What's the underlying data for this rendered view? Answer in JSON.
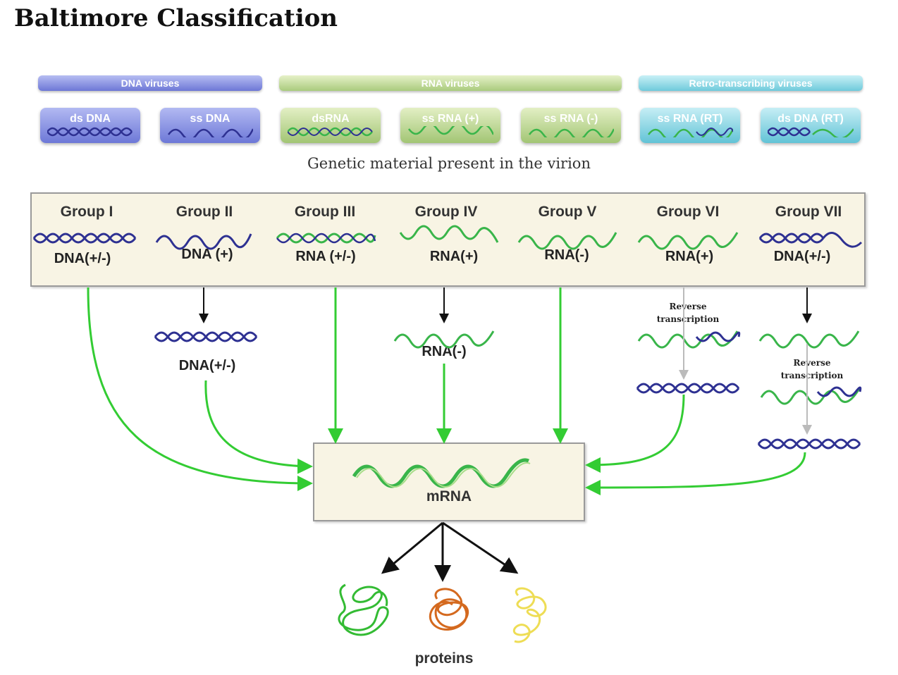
{
  "title": "Baltimore Classification",
  "categories": [
    {
      "id": "dna",
      "label": "DNA viruses",
      "color": "#6d77d6"
    },
    {
      "id": "rna",
      "label": "RNA viruses",
      "color": "#a9cb7d"
    },
    {
      "id": "retro",
      "label": "Retro-transcribing viruses",
      "color": "#6fcadb"
    }
  ],
  "genetic_material": [
    {
      "label": "ds DNA",
      "kind": "dsdna-strand"
    },
    {
      "label": "ss DNA",
      "kind": "ssdna-strand"
    },
    {
      "label": "dsRNA",
      "kind": "dsrna-strand"
    },
    {
      "label": "ss RNA (+)",
      "kind": "ssrna-strand"
    },
    {
      "label": "ss RNA (-)",
      "kind": "ssrna-strand"
    },
    {
      "label": "ss RNA (RT)",
      "kind": "rt-strand"
    },
    {
      "label": "ds DNA (RT)",
      "kind": "rt-strand"
    }
  ],
  "caption": "Genetic material present in the virion",
  "groups": [
    {
      "name": "Group I",
      "genome": "DNA(+/-)"
    },
    {
      "name": "Group II",
      "genome": "DNA (+)"
    },
    {
      "name": "Group III",
      "genome": "RNA (+/-)"
    },
    {
      "name": "Group IV",
      "genome": "RNA(+)"
    },
    {
      "name": "Group V",
      "genome": "RNA(-)"
    },
    {
      "name": "Group VI",
      "genome": "RNA(+)"
    },
    {
      "name": "Group VII",
      "genome": "DNA(+/-)"
    }
  ],
  "intermediates": {
    "group2": "DNA(+/-)",
    "group4": "RNA(-)",
    "reverse_transcription_line1": "Reverse",
    "reverse_transcription_line2": "transcription"
  },
  "mrna_label": "mRNA",
  "proteins_label": "proteins",
  "colors": {
    "dna": "#2e3192",
    "rna": "#39b54a",
    "arrow_green": "#33cc33",
    "arrow_black": "#111111",
    "arrow_gray": "#bbbbbb",
    "protein1": "#33bb33",
    "protein2": "#d4691e",
    "protein3": "#eedd55"
  }
}
